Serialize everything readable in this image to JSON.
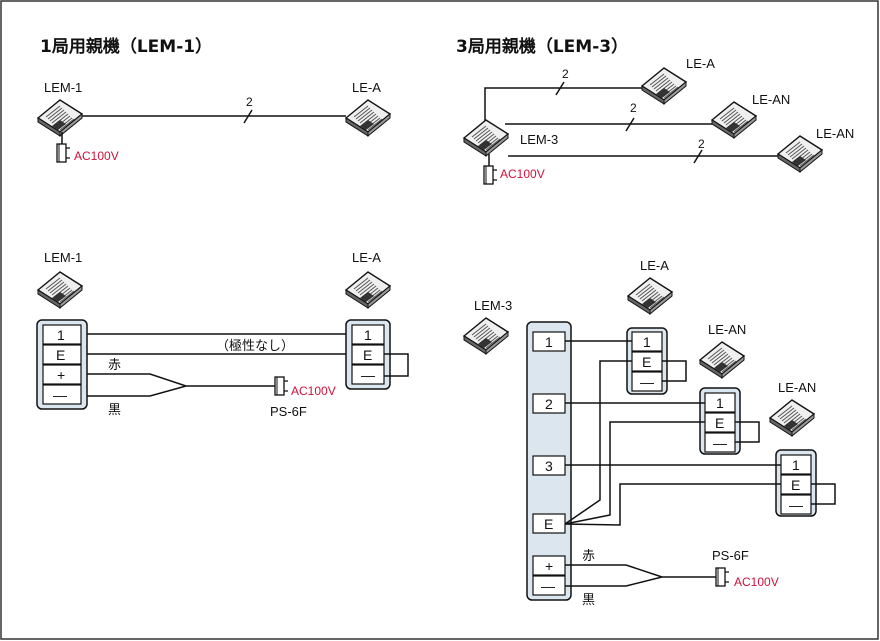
{
  "diagram": {
    "border_color": "#333333",
    "block_color": "#dce6ee",
    "accent_color": "#d0103a",
    "left_title": "1局用親機（LEM-1）",
    "right_title": "3局用親機（LEM-3）",
    "units": {
      "lem1": "LEM-1",
      "lem3": "LEM-3",
      "lea": "LE-A",
      "lean": "LE-AN",
      "ps6f": "PS-6F"
    },
    "power": "AC100V",
    "wire_count": "2",
    "polarity_note": "（極性なし）",
    "red_wire": "赤",
    "black_wire": "黒",
    "terminals": {
      "t1": "1",
      "t2": "2",
      "t3": "3",
      "te": "E",
      "plus": "+",
      "minus": "—"
    }
  }
}
